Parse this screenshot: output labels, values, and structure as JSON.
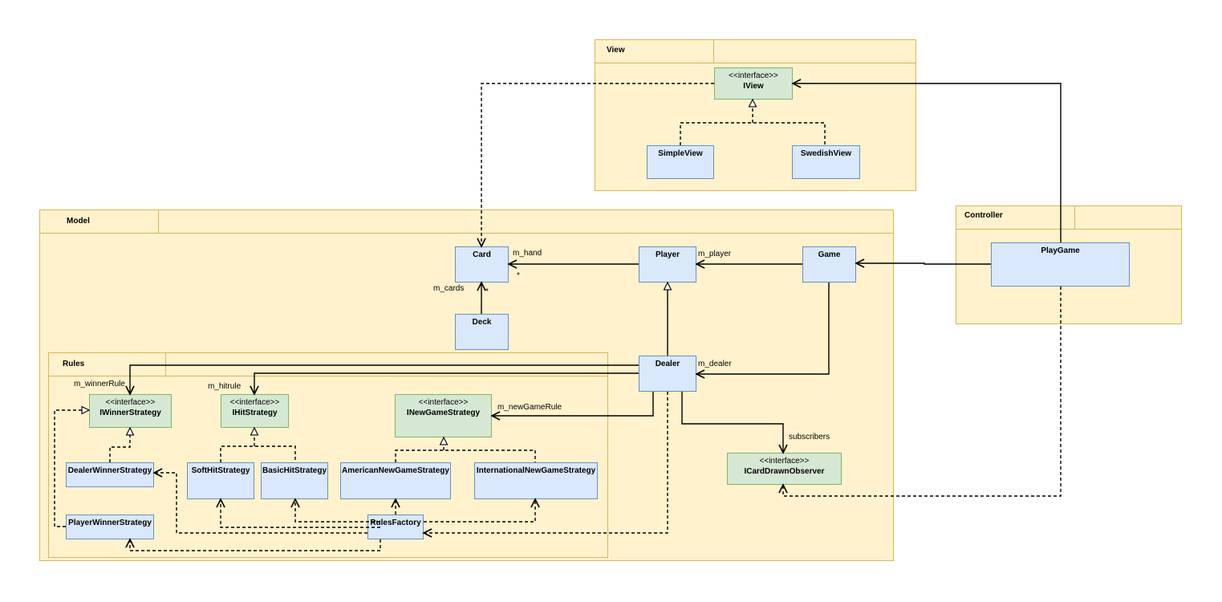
{
  "packages": {
    "view": "View",
    "model": "Model",
    "controller": "Controller",
    "rules": "Rules"
  },
  "stereotype": "<<interface>>",
  "classes": {
    "iview": "IView",
    "simple_view": "SimpleView",
    "swedish_view": "SwedishView",
    "card": "Card",
    "player": "Player",
    "game": "Game",
    "deck": "Deck",
    "dealer": "Dealer",
    "play_game": "PlayGame",
    "iwinner_strategy": "IWinnerStrategy",
    "ihit_strategy": "IHitStrategy",
    "inew_game_strategy": "INewGameStrategy",
    "icard_drawn_observer": "ICardDrawnObserver",
    "dealer_winner_strategy": "DealerWinnerStrategy",
    "player_winner_strategy": "PlayerWinnerStrategy",
    "soft_hit_strategy": "SoftHitStrategy",
    "basic_hit_strategy": "BasicHitStrategy",
    "american_new_game_strategy": "AmericanNewGameStrategy",
    "international_new_game_strategy": "InternationalNewGameStrategy",
    "rules_factory": "RulesFactory"
  },
  "edge_labels": {
    "m_hand": "m_hand",
    "hand_mult": "*",
    "m_player": "m_player",
    "m_cards": "m_cards",
    "cards_mult": "*",
    "m_dealer": "m_dealer",
    "m_winner_rule": "m_winnerRule",
    "m_hitrule": "m_hitrule",
    "m_new_game_rule": "m_newGameRule",
    "subscribers": "subscribers"
  }
}
